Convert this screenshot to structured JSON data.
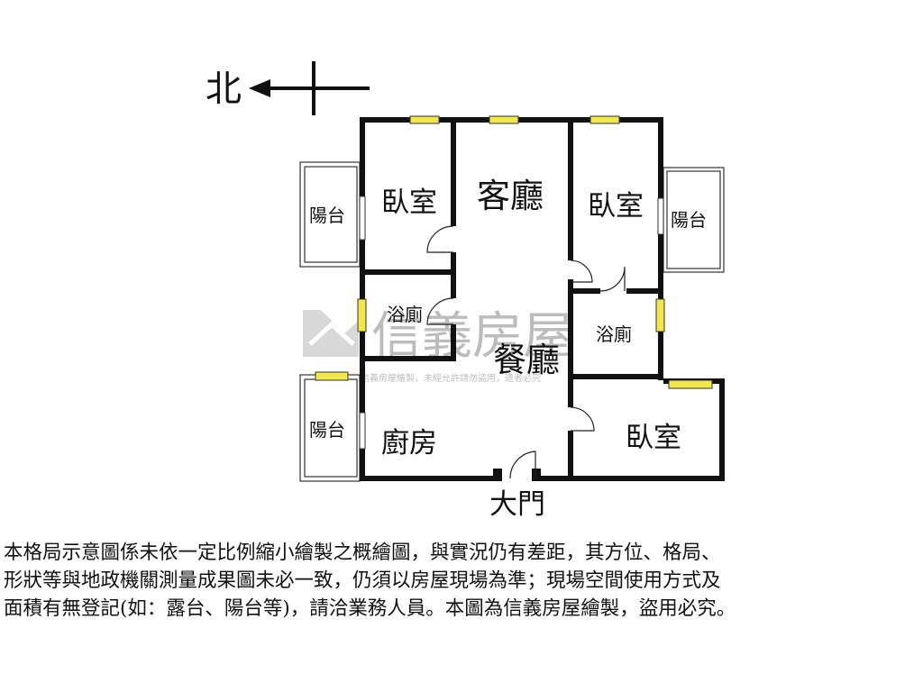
{
  "compass": {
    "north_label": "北"
  },
  "rooms": {
    "bedroom_nw": "臥室",
    "living_room": "客廳",
    "bedroom_ne": "臥室",
    "balcony_w": "陽台",
    "balcony_e": "陽台",
    "bathroom_w": "浴廁",
    "bathroom_e": "浴廁",
    "dining_room": "餐廳",
    "balcony_sw": "陽台",
    "kitchen": "廚房",
    "bedroom_se": "臥室",
    "main_door": "大門"
  },
  "watermark": {
    "brand": "信義房屋",
    "small_text": "信義房屋繪製，未經允許請勿盜用，違者必究"
  },
  "disclaimer": {
    "line1": "本格局示意圖係未依一定比例縮小繪製之概繪圖，與實況仍有差距，其方位、格局、",
    "line2": "形狀等與地政機關測量成果圖未必一致，仍須以房屋現場為準；現場空間使用方式及",
    "line3": "面積有無登記(如：露台、陽台等)，請洽業務人員。本圖為信義房屋繪製，盜用必究。"
  }
}
